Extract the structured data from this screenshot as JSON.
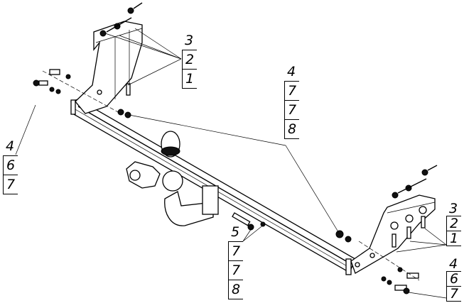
{
  "callouts": [
    {
      "id": "top-bracket",
      "items": [
        "3",
        "2",
        "1"
      ]
    },
    {
      "id": "beam-nut",
      "items": [
        "4",
        "7",
        "7",
        "8"
      ]
    },
    {
      "id": "left-bolt",
      "items": [
        "4",
        "6",
        "7"
      ]
    },
    {
      "id": "socket-bolts",
      "items": [
        "5",
        "7",
        "7",
        "8"
      ]
    },
    {
      "id": "right-bracket",
      "items": [
        "3",
        "2",
        "1"
      ]
    },
    {
      "id": "right-bolt",
      "items": [
        "4",
        "6",
        "7"
      ]
    }
  ]
}
